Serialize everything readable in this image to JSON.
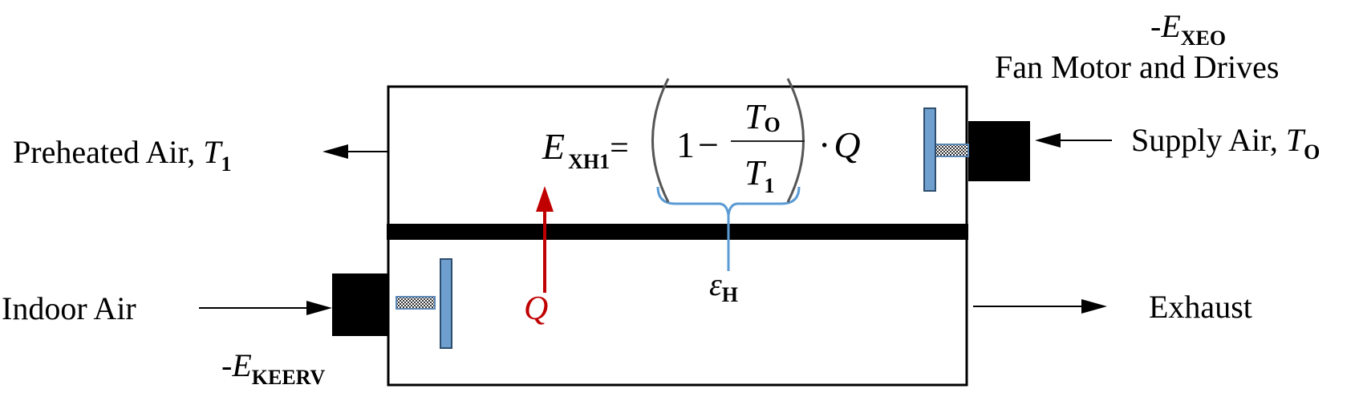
{
  "labels": {
    "preheated_air": "Preheated Air, ",
    "preheated_air_var": "T",
    "preheated_air_sub": "1",
    "supply_air": "Supply Air, ",
    "supply_air_var": "T",
    "supply_air_sub": "O",
    "indoor_air": "Indoor Air",
    "exhaust": "Exhaust",
    "fan_motor": "Fan Motor and Drives",
    "fan_energy_top_prefix": "-",
    "fan_energy_top_var": "E",
    "fan_energy_top_sub": "XEO",
    "fan_energy_bottom_prefix": "-",
    "fan_energy_bottom_var": "E",
    "fan_energy_bottom_sub": "KEERV",
    "heat_flow": "Q",
    "effectiveness_var": "ε",
    "effectiveness_sub": "H"
  },
  "equation": {
    "lhs_var": "E",
    "lhs_sub": "XH1",
    "equals": "=",
    "one": "1",
    "minus": "−",
    "num_var": "T",
    "num_sub": "O",
    "den_var": "T",
    "den_sub": "1",
    "dot": "·",
    "rhs_var": "Q"
  },
  "colors": {
    "heat_arrow": "#c00000",
    "brace": "#5b9bd5",
    "fan_blade": "#6e9fcf",
    "line": "#000000"
  }
}
